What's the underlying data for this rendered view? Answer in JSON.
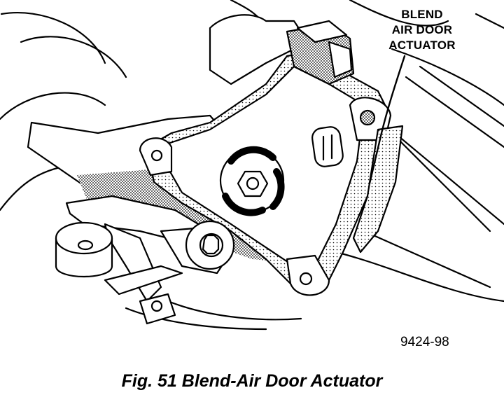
{
  "callout": {
    "lines": [
      "BLEND",
      "AIR DOOR",
      "ACTUATOR"
    ]
  },
  "figure_number": "9424-98",
  "caption": "Fig. 51 Blend-Air Door Actuator"
}
